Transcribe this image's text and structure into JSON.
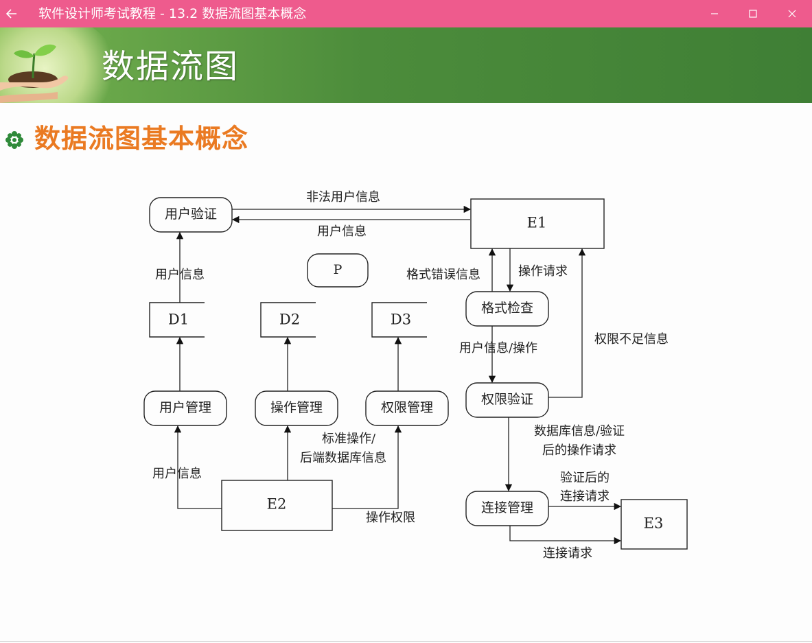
{
  "window": {
    "title": "软件设计师考试教程 - 13.2  数据流图基本概念",
    "titlebar_color": "#ee5b8d"
  },
  "slide": {
    "banner_title": "数据流图",
    "heading": "数据流图基本概念",
    "heading_color": "#ea7a22"
  },
  "diagram": {
    "processes": {
      "user_auth": "用户验证",
      "p": "P",
      "format_check": "格式检查",
      "perm_verify": "权限验证",
      "user_mgmt": "用户管理",
      "op_mgmt": "操作管理",
      "perm_mgmt": "权限管理",
      "conn_mgmt": "连接管理"
    },
    "entities": {
      "e1": "E1",
      "e2": "E2",
      "e3": "E3"
    },
    "stores": {
      "d1": "D1",
      "d2": "D2",
      "d3": "D3"
    },
    "flows": {
      "illegal_user_info": "非法用户信息",
      "user_info_e1_to_auth": "用户信息",
      "user_info_d1_to_auth": "用户信息",
      "format_error_info": "格式错误信息",
      "op_request": "操作请求",
      "user_info_op": "用户信息/操作",
      "insufficient_perm": "权限不足信息",
      "db_info_verified_line1": "数据库信息/验证",
      "db_info_verified_line2": "后的操作请求",
      "verified_conn_line1": "验证后的",
      "verified_conn_line2": "连接请求",
      "conn_request": "连接请求",
      "user_info_e2": "用户信息",
      "std_op_line1": "标准操作/",
      "std_op_line2": "后端数据库信息",
      "op_perm": "操作权限"
    }
  }
}
